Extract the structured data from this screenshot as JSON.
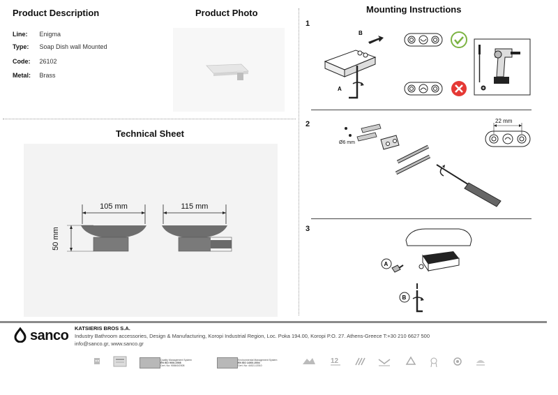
{
  "product_description": {
    "heading": "Product Description",
    "rows": [
      {
        "label": "Line:",
        "value": "Enigma"
      },
      {
        "label": "Type:",
        "value": "Soap Dish wall Mounted"
      },
      {
        "label": "Code:",
        "value": "26102"
      },
      {
        "label": "Metal:",
        "value": "Brass"
      }
    ]
  },
  "product_photo": {
    "heading": "Product Photo"
  },
  "technical_sheet": {
    "heading": "Technical Sheet",
    "dim_width_front": "105 mm",
    "dim_width_side": "115 mm",
    "dim_height": "50 mm"
  },
  "mounting": {
    "heading": "Mounting Instructions",
    "steps": [
      {
        "num": "1",
        "label_a": "A",
        "label_b": "B"
      },
      {
        "num": "2",
        "drill_dim": "Ø6 mm",
        "spacing": "22 mm"
      },
      {
        "num": "3",
        "label_a": "A",
        "label_b": "B"
      }
    ]
  },
  "footer": {
    "logo_text": "sanco",
    "company": "KATSIERIS BROS S.A.",
    "line1": "Industry Bathroom accessories, Design & Manufacturing, Koropi Industrial Region, Loc. Poka 194.00, Koropi P.O. 27. Athens-Greece  T:+30 210 6627 500",
    "line2": "info@sanco.gr, www.sanco.gr",
    "badges": [
      "hotels-icon",
      "100-percent-icon",
      "iso9001-cert",
      "iso14001-cert",
      "made-in-greece-icon",
      "12-years-icon",
      "finish-icon",
      "easy-install-icon",
      "recycle-icon",
      "quality-icon",
      "warranty-icon",
      "brass-icon"
    ],
    "cert1": {
      "title": "Quality Management System",
      "std": "EN ISO 9001:2008",
      "no": "Cert. No: 9086/0/2008"
    },
    "cert2": {
      "title": "Environmental Management System",
      "std": "EN ISO 14001:2004",
      "no": "Cert. No: 4402-1/2010"
    }
  }
}
